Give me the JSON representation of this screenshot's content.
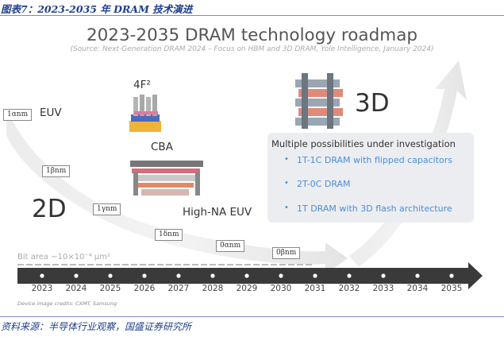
{
  "figure_caption": "图表7：2023-2035 年 DRAM 技术演进",
  "title": "2023-2035 DRAM technology roadmap",
  "subtitle": "(Source: Next-Generation DRAM 2024 – Focus on HBM and 3D DRAM, Yole Intelligence, January 2024)",
  "nodes": [
    "1αnm",
    "1βnm",
    "1γnm",
    "1δnm",
    "0αnm",
    "0βnm"
  ],
  "labels": {
    "euv": "EUV",
    "two_d": "2D",
    "four_f2": "4F²",
    "cba": "CBA",
    "high_na": "High-NA EUV",
    "three_d": "3D"
  },
  "info_box": {
    "title": "Multiple possibilities under investigation",
    "items": [
      "1T-1C DRAM with flipped capacitors",
      "2T-0C DRAM",
      "1T DRAM with 3D flash architecture"
    ]
  },
  "bit_area": "Bit area ~10×10⁻⁴ μm²",
  "years": [
    "2023",
    "2024",
    "2025",
    "2026",
    "2027",
    "2028",
    "2029",
    "2030",
    "2031",
    "2032",
    "2033",
    "2034",
    "2035"
  ],
  "credits": "Device image credits: CXMT, Samsung",
  "source_note": "资料来源：半导体行业观察，国盛证券研究所",
  "colors": {
    "caption_blue": "#1f3e8c",
    "accent_blue": "#4a8ed6",
    "timeline_dark": "#3a3a3a"
  }
}
